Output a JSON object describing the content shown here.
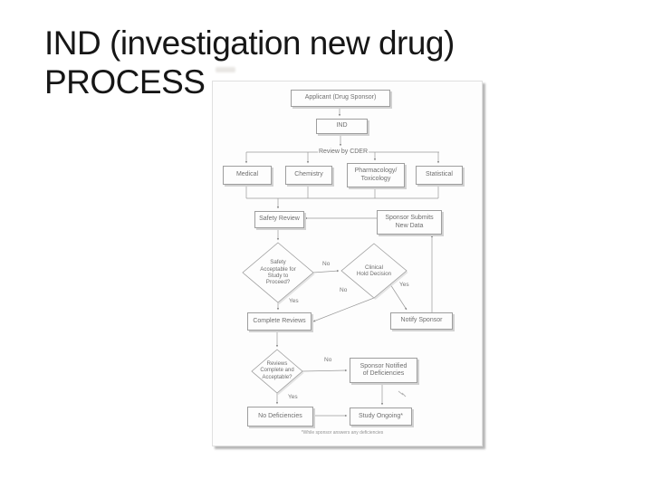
{
  "slide": {
    "title": "IND (investigation new drug) PROCESS"
  },
  "flowchart": {
    "nodes": {
      "applicant": {
        "label": "Applicant (Drug Sponsor)"
      },
      "ind": {
        "label": "IND"
      },
      "review_by_cder": {
        "label": "Review by CDER"
      },
      "medical": {
        "label": "Medical"
      },
      "pharm_tox": {
        "label": "Pharmacology/\nToxicology"
      },
      "chemistry": {
        "label": "Chemistry"
      },
      "statistical": {
        "label": "Statistical"
      },
      "safety_review": {
        "label": "Safety Review"
      },
      "sponsor_submits": {
        "label": "Sponsor Submits\nNew Data"
      },
      "safety_acceptable": {
        "label": "Safety\nAcceptable for\nStudy to\nProceed?"
      },
      "clinical_hold": {
        "label": "Clinical\nHold Decision"
      },
      "complete_reviews": {
        "label": "Complete Reviews"
      },
      "notify_sponsor": {
        "label": "Notify Sponsor"
      },
      "reviews_complete": {
        "label": "Reviews\nComplete and\nAcceptable?"
      },
      "sponsor_notified": {
        "label": "Sponsor Notified\nof Deficiencies"
      },
      "no_deficiencies": {
        "label": "No Deficiencies"
      },
      "study_ongoing": {
        "label": "Study Ongoing*"
      }
    },
    "edge_labels": {
      "safety_to_hold": "No",
      "safety_to_complete": "Yes",
      "hold_to_complete": "No",
      "hold_to_notify": "Yes",
      "reviews_to_notified": "No",
      "reviews_to_nodef": "Yes"
    },
    "footnote": "*While sponsor answers any deficiencies"
  },
  "colors": {
    "slide_background": "#ffffff",
    "title_text": "#161616",
    "figure_background": "#fdfdfd",
    "figure_shadow": "#b8b8b8",
    "node_border": "#9e9e9e",
    "node_text": "#6e6e6e",
    "connector": "#9a9a9a"
  }
}
